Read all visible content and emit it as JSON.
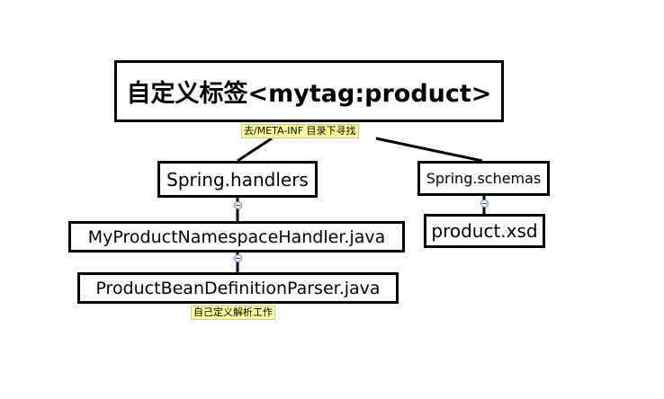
{
  "diagram": {
    "root": {
      "label": "自定义标签<mytag:product>",
      "note": "去/META-INF  目录下寻找"
    },
    "handlers": {
      "label": "Spring.handlers"
    },
    "namespace_handler": {
      "label": "MyProductNamespaceHandler.java"
    },
    "parser": {
      "label": "ProductBeanDefinitionParser.java",
      "note": "自己定义解析工作"
    },
    "schemas": {
      "label": "Spring.schemas"
    },
    "xsd": {
      "label": "product.xsd"
    }
  }
}
